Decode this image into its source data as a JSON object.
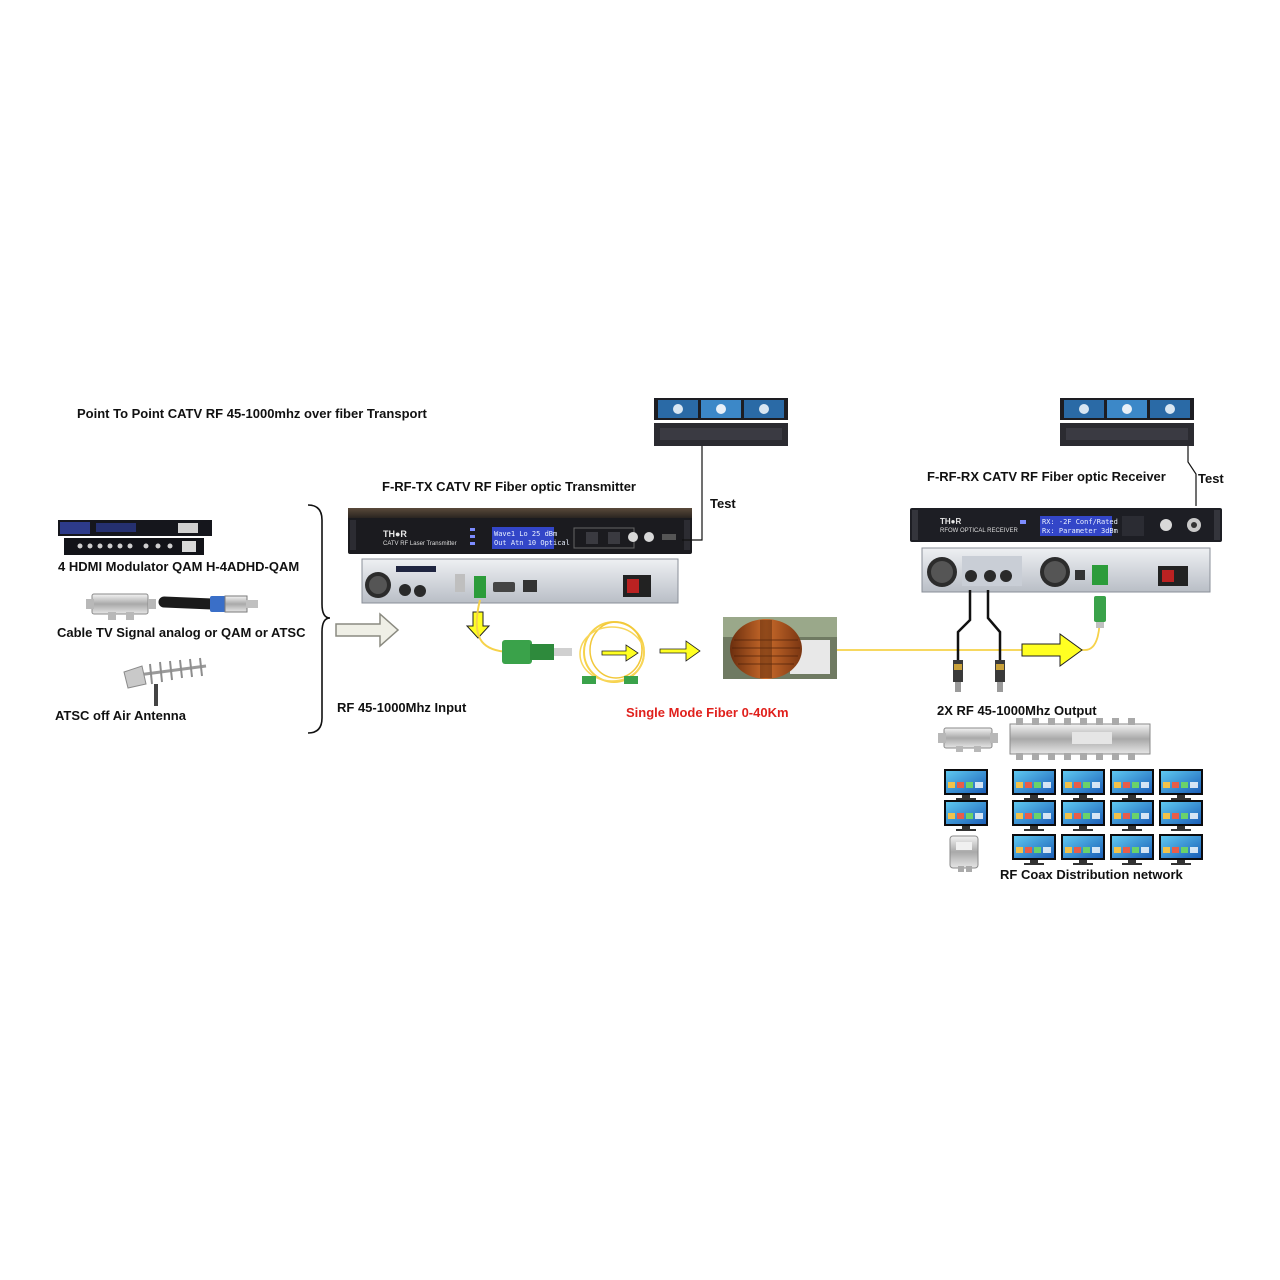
{
  "diagram": {
    "title": "Point To Point CATV RF 45-1000mhz over fiber Transport",
    "sources": {
      "modulator": "4 HDMI Modulator QAM H-4ADHD-QAM",
      "cable": "Cable TV Signal analog or QAM or ATSC",
      "antenna": "ATSC off Air  Antenna"
    },
    "rf_input": "RF 45-1000Mhz Input",
    "transmitter": {
      "label": "F-RF-TX CATV RF Fiber optic Transmitter",
      "brand": "TH●R",
      "model_text": "CATV RF Laser Transmitter",
      "lcd_line1": "Wave1  Lo  25  dBm",
      "lcd_line2": "Out Atn  10  Optical"
    },
    "test_tx": "Test",
    "test_rx": "Test",
    "fiber": "Single Mode Fiber 0-40Km",
    "receiver": {
      "label": "F-RF-RX CATV RF Fiber optic Receiver",
      "brand": "TH●R",
      "model_text": "RFOW OPTICAL RECEIVER",
      "lcd_line1": "RX: -2F  Conf/Rated",
      "lcd_line2": "Rx: Parameter 3dBm"
    },
    "rf_output": "2X RF 45-1000Mhz Output",
    "distribution": "RF Coax Distribution network"
  },
  "colors": {
    "arrow_yellow": "#ffff22",
    "fiber_yellow": "#f6d24a",
    "rack_black": "#1b1b1f",
    "lcd_blue": "#3346c8",
    "highlight_red": "#e0201c"
  }
}
